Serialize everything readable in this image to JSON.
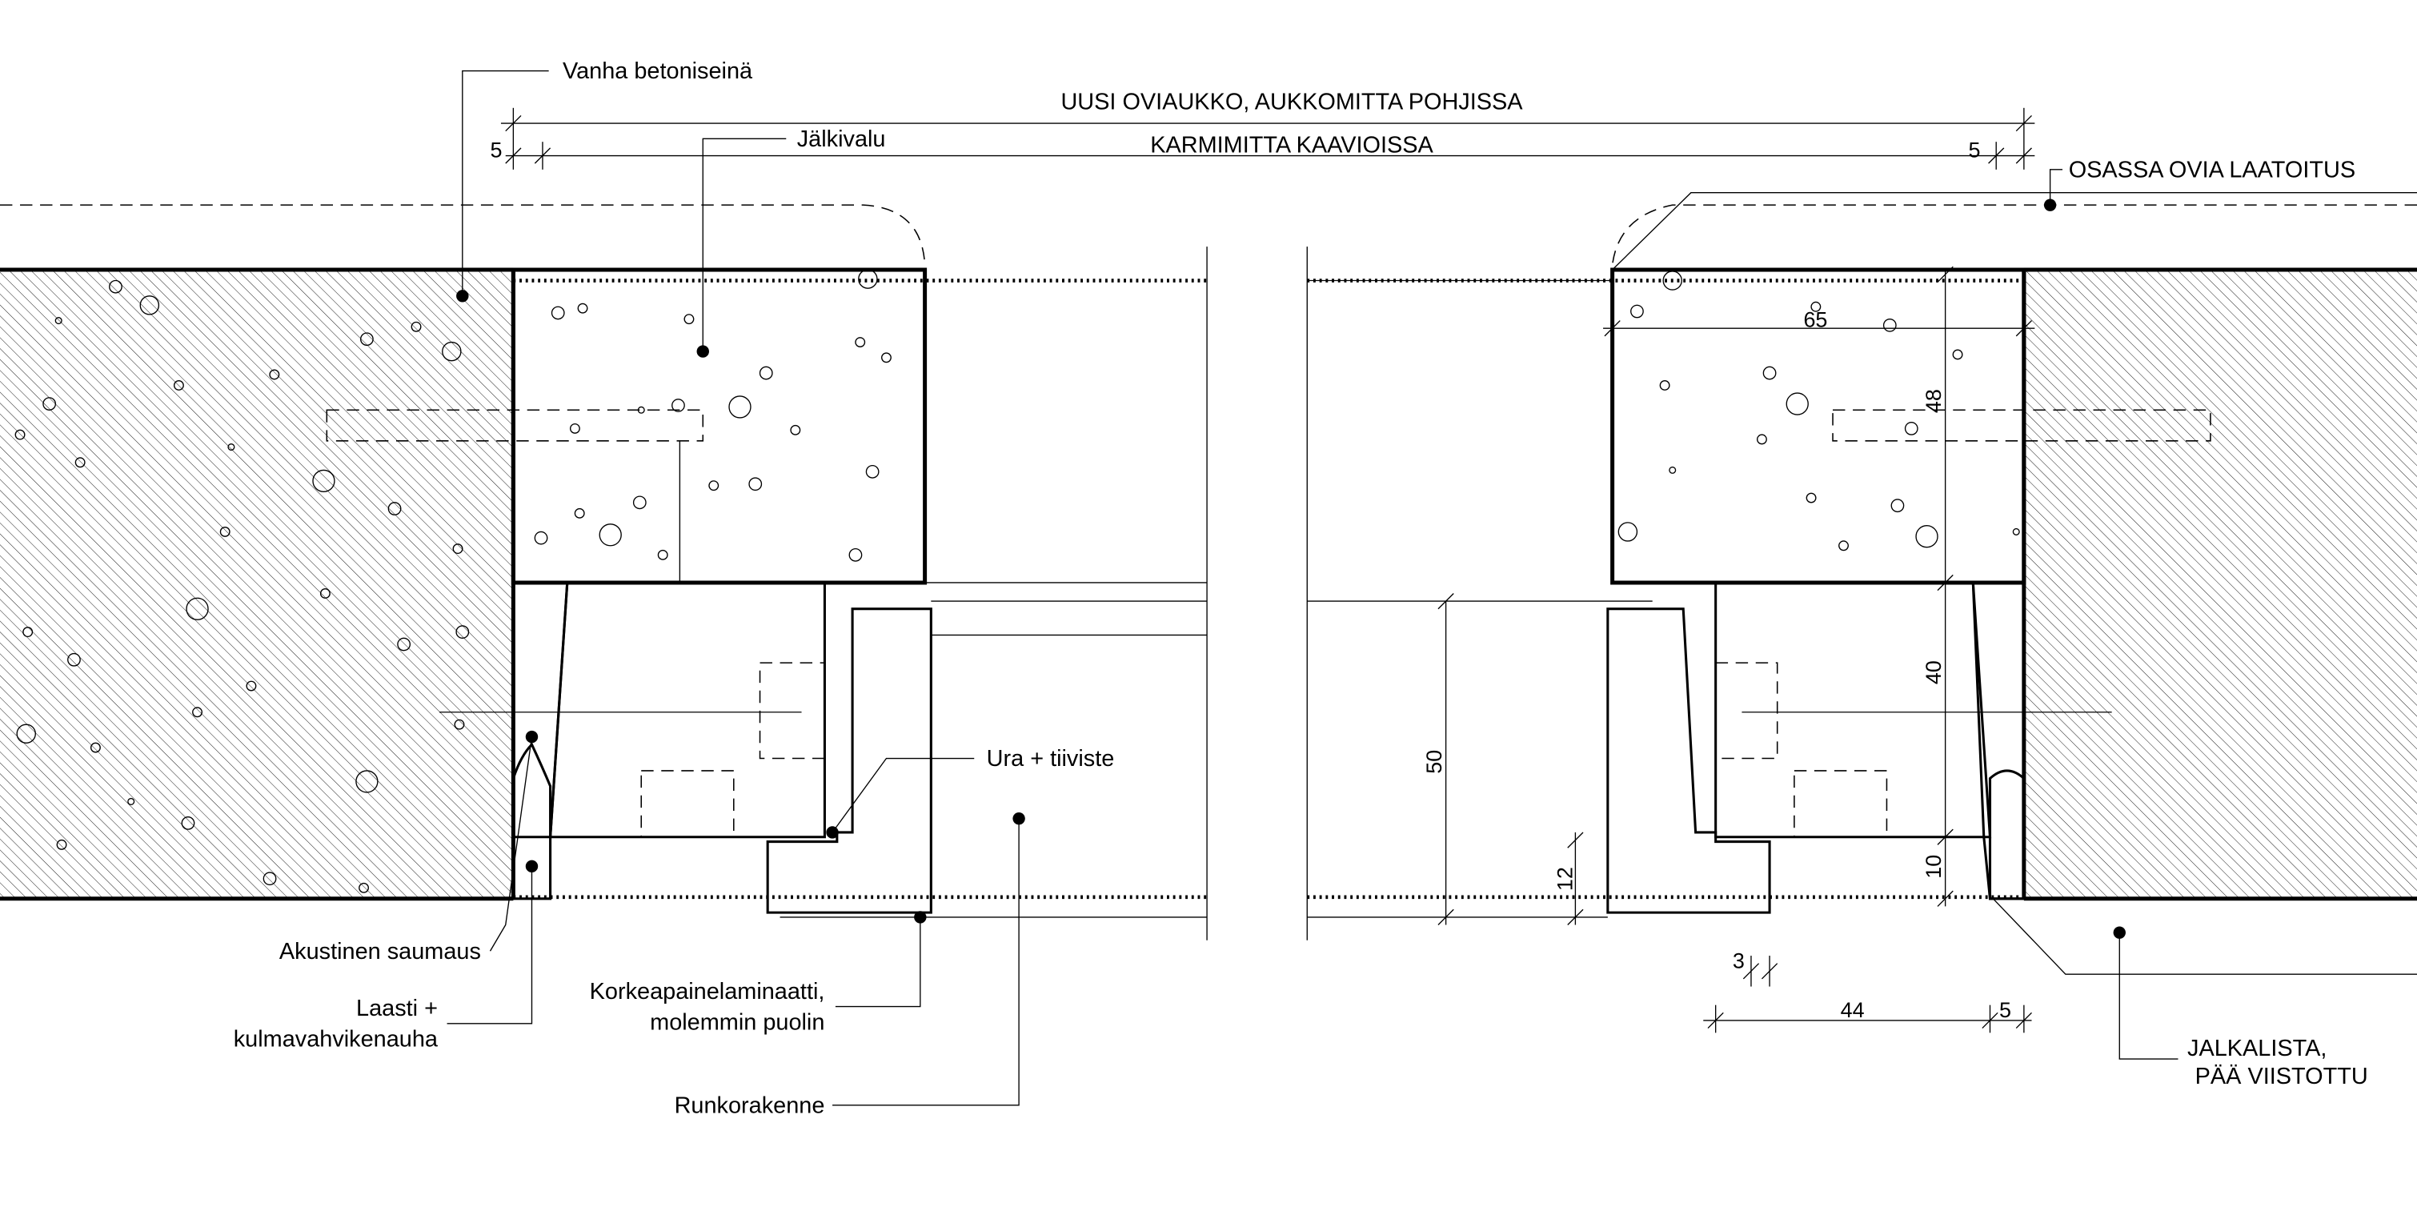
{
  "labels": {
    "old_wall": "Vanha betoniseinä",
    "new_opening": "UUSI OVIAUKKO, AUKKOMITTA POHJISSA",
    "frame_size": "KARMIMITTA KAAVIOISSA",
    "infill": "Jälkivalu",
    "tiled": "OSASSA OVIA LAATOITUS",
    "groove_seal": "Ura + tiiviste",
    "acoustic_joint": "Akustinen saumaus",
    "mortar_line1": "Laasti +",
    "mortar_line2": "kulmavahvikenauha",
    "laminate_line1": "Korkeapainelaminaatti,",
    "laminate_line2": "molemmin puolin",
    "frame_structure": "Runkorakenne",
    "skirting_line1": "JALKALISTA,",
    "skirting_line2": "PÄÄ VIISTOTTU"
  },
  "dimensions": {
    "left_gap": "5",
    "right_gap": "5",
    "infill_width": "65",
    "infill_height": "48",
    "frame_height": "40",
    "base_height": "10",
    "wall_50": "50",
    "trim_12": "12",
    "gap_3": "3",
    "frame_width": "44",
    "joint_width": "5"
  }
}
